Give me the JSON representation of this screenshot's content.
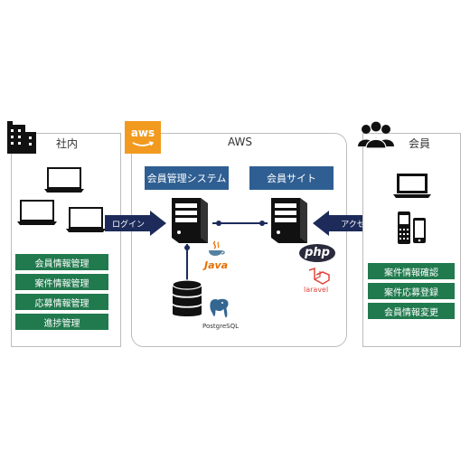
{
  "internal": {
    "title": "社内",
    "menu": [
      "会員情報管理",
      "案件情報管理",
      "応募情報管理",
      "進捗管理"
    ]
  },
  "aws": {
    "badge": "aws",
    "title": "AWS",
    "system_label": "会員管理システム",
    "site_label": "会員サイト",
    "java_label": "Java",
    "postgres_label": "PostgreSQL",
    "php_label": "php",
    "laravel_label": "laravel"
  },
  "members": {
    "title": "会員",
    "menu": [
      "案件情報確認",
      "案件応募登録",
      "会員情報変更"
    ]
  },
  "arrows": {
    "login": "ログイン",
    "access": "アクセス"
  },
  "colors": {
    "green": "#217a4e",
    "blue": "#2f5f92",
    "navy": "#1d2b5a",
    "aws_orange": "#f29a1f"
  }
}
